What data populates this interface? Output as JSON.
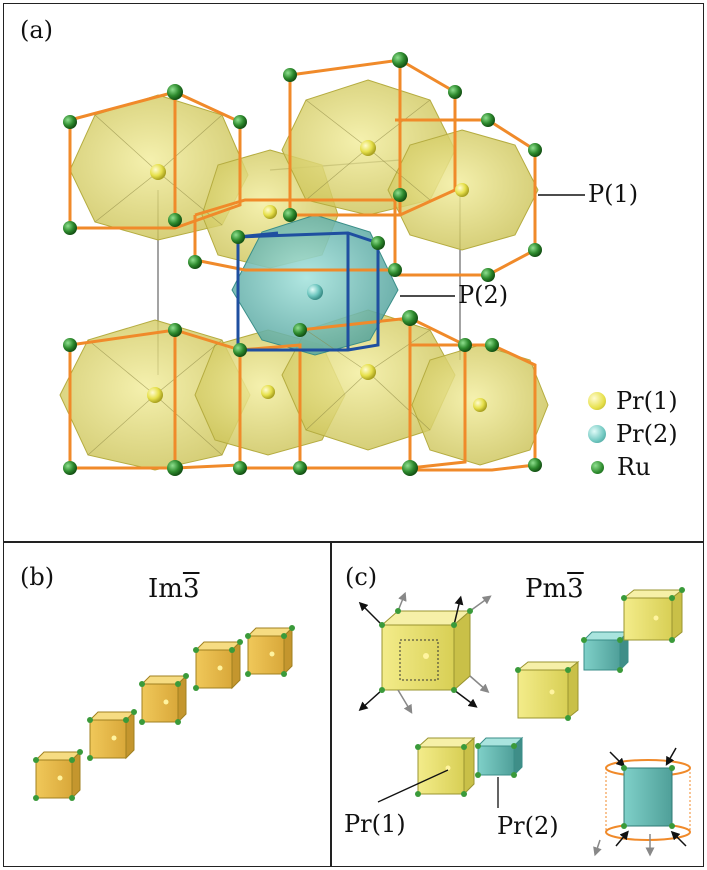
{
  "panel_a": {
    "label": "(a)",
    "callouts": {
      "p1": "P(1)",
      "p2": "P(2)"
    },
    "legend": [
      {
        "label": "Pr(1)",
        "color": "#e6e04a"
      },
      {
        "label": "Pr(2)",
        "color": "#6fc7c0"
      },
      {
        "label": "Ru",
        "color": "#2e8b2e"
      }
    ]
  },
  "panel_b": {
    "label": "(b)",
    "title_main": "Im",
    "title_bar": "3"
  },
  "panel_c": {
    "label": "(c)",
    "title_main": "Pm",
    "title_bar": "3",
    "callouts": {
      "pr1": "Pr(1)",
      "pr2": "Pr(2)"
    }
  },
  "colors": {
    "frame_orange": "#f08a2a",
    "frame_blue": "#1f4fa0",
    "poly_yellow": "#dcd46a",
    "poly_teal": "#5fb3ad",
    "cube_gold": "#e0b84a",
    "ru_green": "#2e8b2e"
  }
}
